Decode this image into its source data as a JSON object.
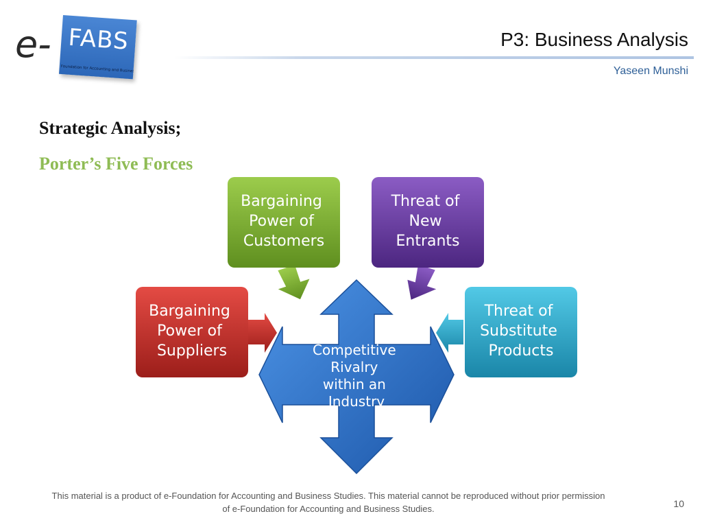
{
  "logo": {
    "prefix": "e-",
    "name": "FABS",
    "tagline": "Foundation for Accounting and Business Studies"
  },
  "header": {
    "title": "P3: Business Analysis",
    "author": "Yaseen Munshi"
  },
  "heading": "Strategic Analysis;",
  "subheading": "Porter’s Five Forces",
  "diagram": {
    "customers": [
      "Bargaining",
      "Power of",
      "Customers"
    ],
    "entrants": [
      "Threat of",
      "New",
      "Entrants"
    ],
    "suppliers": [
      "Bargaining",
      "Power of",
      "Suppliers"
    ],
    "substitutes": [
      "Threat of",
      "Substitute",
      "Products"
    ],
    "center": [
      "Competitive",
      "Rivalry",
      "within an",
      "Industry"
    ],
    "colors": {
      "customers": "#79a830",
      "entrants": "#6a3c9c",
      "suppliers": "#c9302c",
      "substitutes": "#2ba7c7",
      "center": "#2b70c4"
    }
  },
  "footer": {
    "line1": "This material is a product of e-Foundation for Accounting and Business Studies. This material cannot be reproduced  without prior permission",
    "line2": "of e-Foundation for Accounting and Business Studies.",
    "page": "10"
  }
}
